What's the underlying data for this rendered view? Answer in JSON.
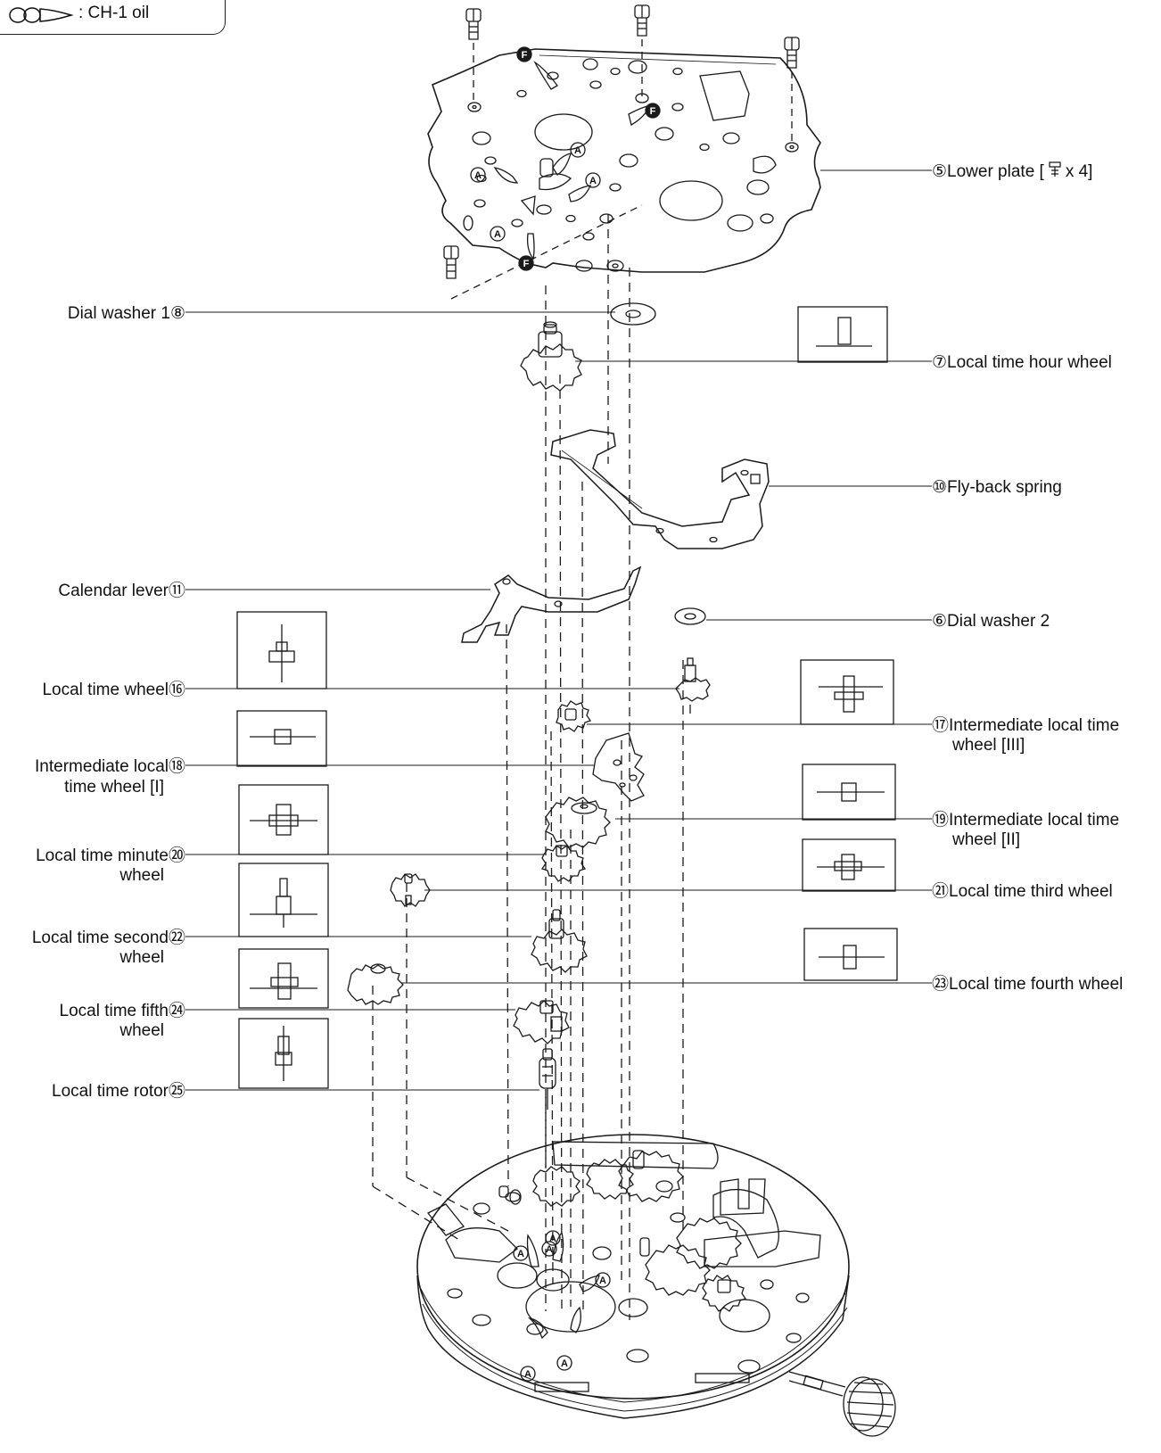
{
  "legend": {
    "symbol": "oil-drop-icon",
    "label": ": CH-1 oil"
  },
  "callouts": {
    "lower_plate": "⑤Lower plate [",
    "lower_plate_suffix": "x 4]",
    "dial_washer_1": "Dial washer 1⑧",
    "local_time_hour_wheel": "⑦Local time hour wheel",
    "fly_back_spring": "⑩Fly-back spring",
    "calendar_lever": "Calendar lever⑪",
    "dial_washer_2": "⑥Dial washer 2",
    "local_time_wheel": "Local time wheel⑯",
    "intermediate_iii_line1": "⑰Intermediate local time",
    "intermediate_iii_line2": "wheel [III]",
    "intermediate_i_line1": "Intermediate local⑱",
    "intermediate_i_line2": "time wheel [I]",
    "intermediate_ii_line1": "⑲Intermediate local time",
    "intermediate_ii_line2": "wheel [II]",
    "minute_wheel_line1": "Local time minute⑳",
    "minute_wheel_line2": "wheel",
    "third_wheel": "㉑Local time third wheel",
    "second_wheel_line1": "Local time second㉒",
    "second_wheel_line2": "wheel",
    "fourth_wheel": "㉓Local time fourth wheel",
    "fifth_wheel_line1": "Local time fifth㉔",
    "fifth_wheel_line2": "wheel",
    "rotor": "Local time rotor㉕"
  },
  "oil_marks": {
    "a": "A",
    "f": "F"
  },
  "colors": {
    "ink": "#1a1a1a",
    "paper": "#ffffff"
  }
}
